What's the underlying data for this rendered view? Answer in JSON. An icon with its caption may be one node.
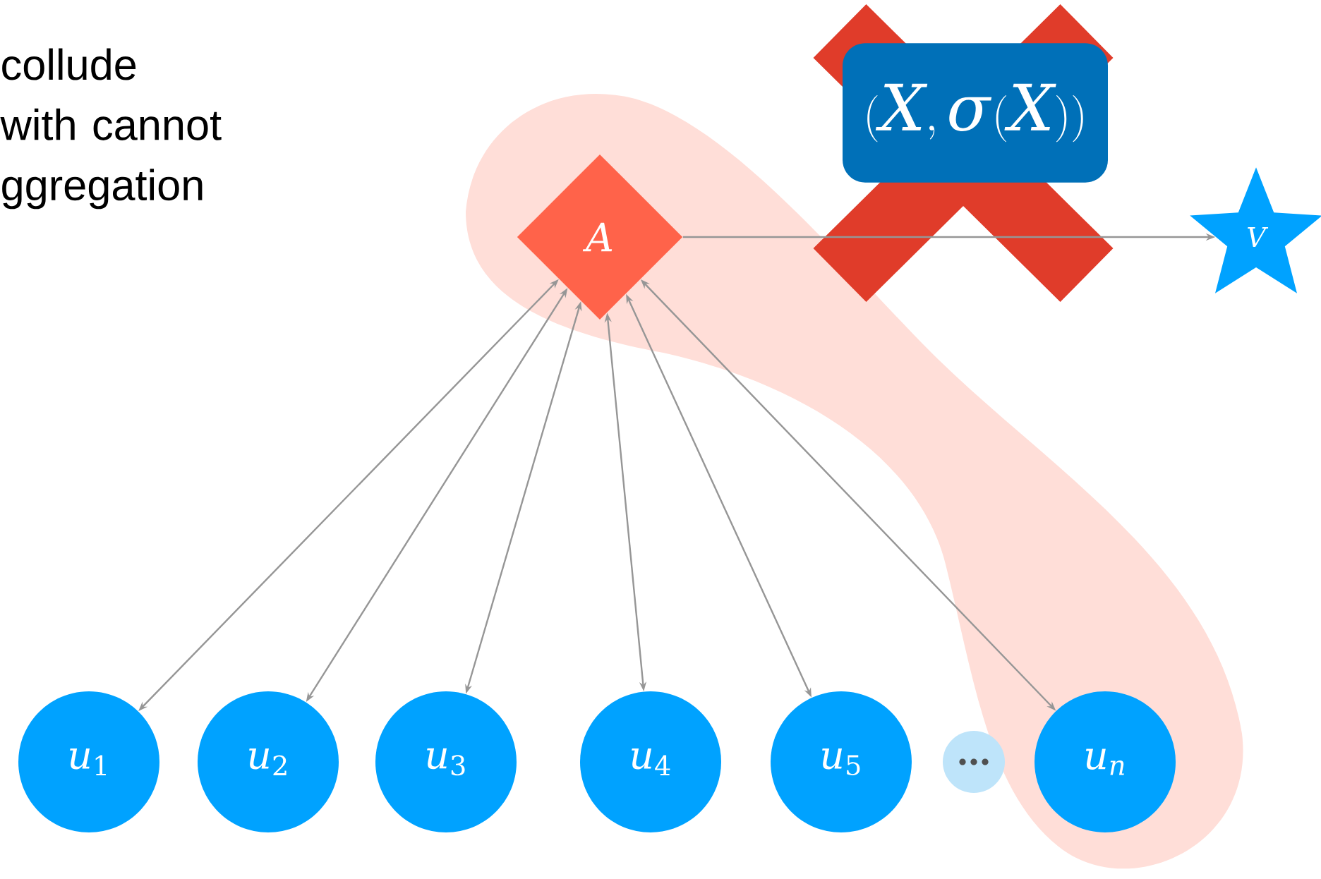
{
  "diagram": {
    "nodes": [
      {
        "text": [
          "A"
        ]
      },
      {
        "text": [
          "(X,\\sigma(X))"
        ]
      },
      {
        "text": [
          "V"
        ]
      },
      {
        "text": [
          "u_1"
        ]
      },
      {
        "text": [
          "u_2"
        ]
      },
      {
        "text": [
          "u_3"
        ]
      },
      {
        "text": [
          "u_4"
        ]
      },
      {
        "text": [
          "u_5"
        ]
      },
      {
        "text": [],
        "shape": "circle"
      },
      {
        "text": [
          "u_n"
        ]
      }
    ],
    "edges": [
      {
        "from": 3,
        "to": 0,
        "arrow": "both"
      },
      {
        "from": 4,
        "to": 0,
        "arrow": "both"
      },
      {
        "from": 5,
        "to": 0,
        "arrow": "both"
      },
      {
        "from": 6,
        "to": 0,
        "arrow": "both"
      },
      {
        "from": 7,
        "to": 0,
        "arrow": "both"
      },
      {
        "from": 9,
        "to": 0,
        "arrow": "both"
      },
      {
        "from": 0,
        "to": 2,
        "arrow": "to"
      }
    ],
    "labels": [
      "collude with cannot ggregation"
    ]
  }
}
